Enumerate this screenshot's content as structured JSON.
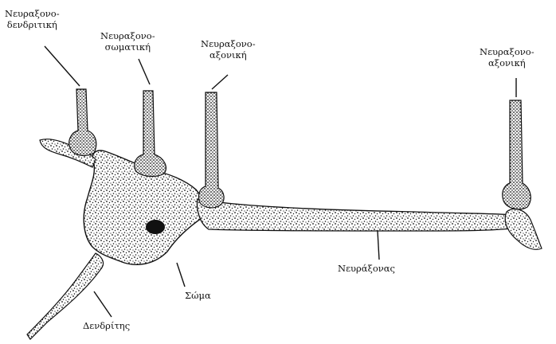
{
  "labels": {
    "axodendritic": {
      "line1": "Νευραξονο-",
      "line2": "δενδριτική"
    },
    "axosomatic": {
      "line1": "Νευραξονο-",
      "line2": "σωματική"
    },
    "axoaxonic_left": {
      "line1": "Νευραξονο-",
      "line2": "αξονική"
    },
    "axoaxonic_right": {
      "line1": "Νευραξονο-",
      "line2": "αξονική"
    },
    "axon": "Νευράξονας",
    "soma": "Σώμα",
    "dendrite": "Δενδρίτης"
  },
  "colors": {
    "ink": "#111111",
    "background": "#ffffff"
  }
}
